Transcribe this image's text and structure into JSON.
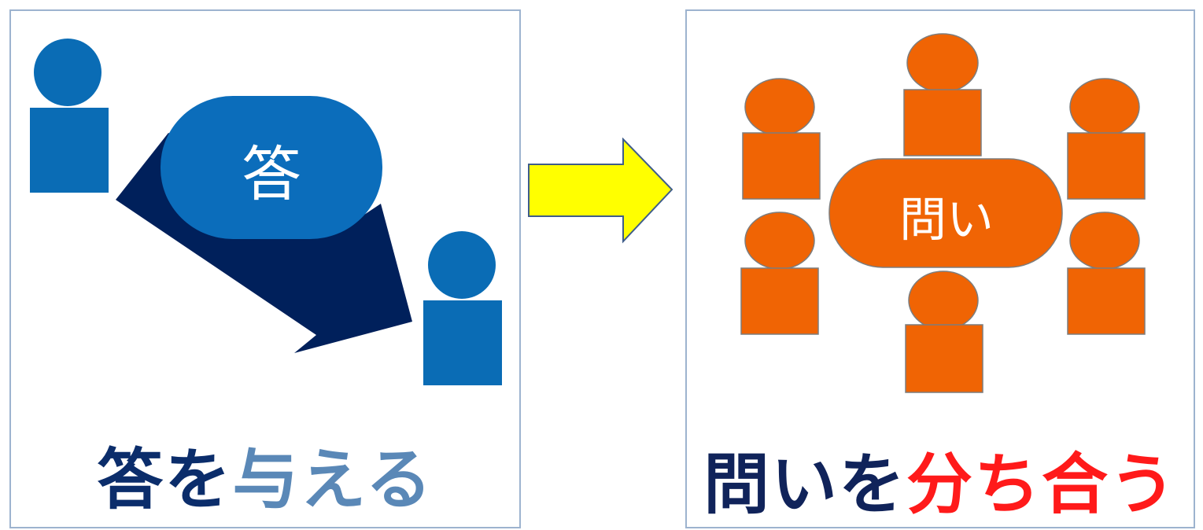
{
  "left": {
    "bubble_text": "答",
    "caption_part1": "答を",
    "caption_part2": "与える",
    "colors": {
      "person": "#0a6cb5",
      "bubble": "#0b6dbb",
      "arrow": "#00205b",
      "caption1": "#0b2d6b",
      "caption2": "#5a88b7"
    }
  },
  "right": {
    "table_text": "問い",
    "caption_part1": "問いを",
    "caption_part2": "分ち合う",
    "colors": {
      "person": "#f06404",
      "person_stroke": "#7d7d7d",
      "caption1": "#10235a",
      "caption2": "#ff1a1a"
    }
  },
  "transition_arrow": {
    "icon": "right-arrow-icon",
    "fill": "#ffff00",
    "stroke": "#3f5d8a"
  }
}
